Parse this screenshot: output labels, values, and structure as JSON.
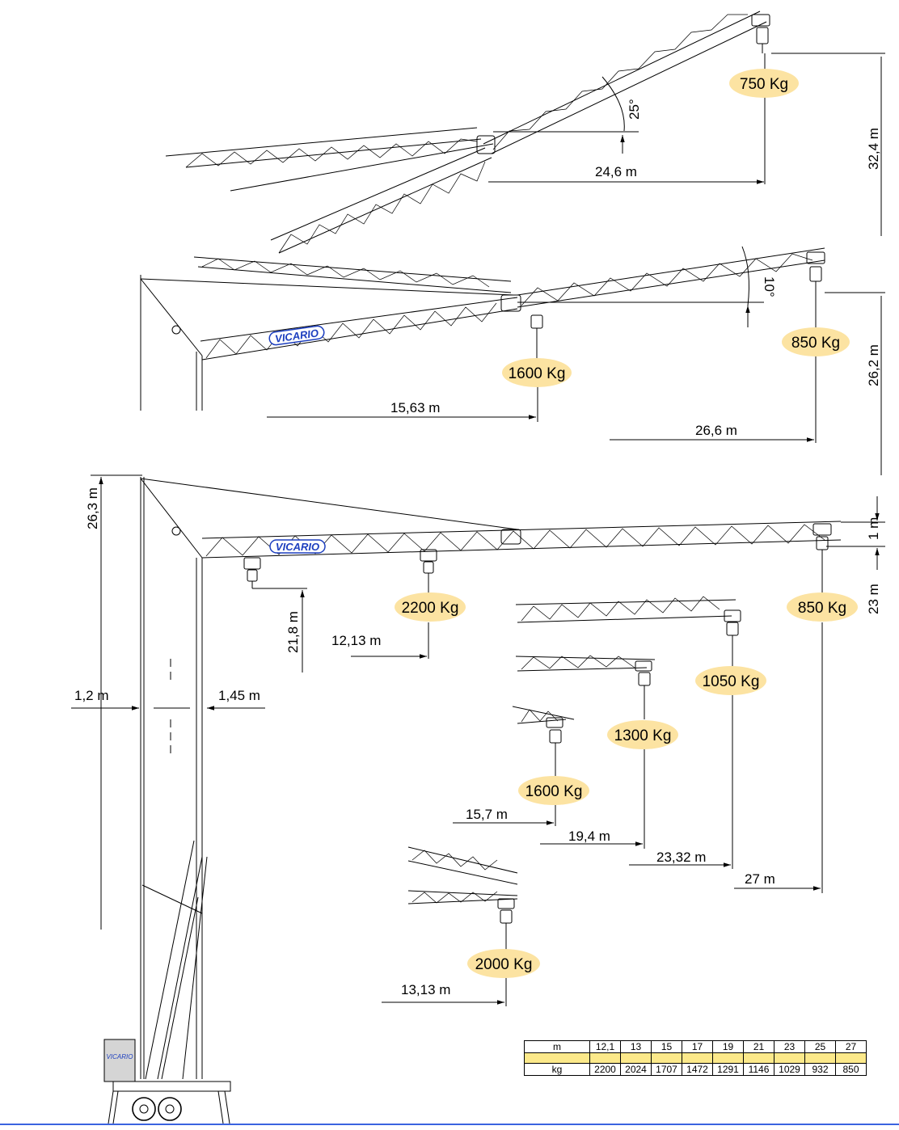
{
  "brand": {
    "name": "VICARIO"
  },
  "colors": {
    "load_badge_fill": "#fce3a2",
    "brand_blue": "#1d3fbf",
    "table_band": "#fce98a",
    "bottom_rule": "#3b63e0"
  },
  "config_25deg": {
    "angle_label": "25°",
    "height_label": "32,4 m",
    "radius_label": "24,6 m",
    "tip_load": "750 Kg"
  },
  "config_10deg": {
    "angle_label": "10°",
    "height_label": "26,2 m",
    "mid_radius_label": "15,63 m",
    "mid_load": "1600 Kg",
    "tip_radius_label": "26,6 m",
    "tip_load": "850 Kg"
  },
  "config_horizontal": {
    "mast_height_label": "26,3 m",
    "jib_depth_label": "1 m",
    "hook_height_label": "23 m",
    "min_hook_height_label": "21,8 m",
    "min_radius_label": "12,13 m",
    "min_radius_load": "2200 Kg",
    "tip_load": "850 Kg",
    "rear_offset_label": "1,2 m",
    "front_offset_label": "1,45 m"
  },
  "reduced_jibs": [
    {
      "radius_label": "23,32 m",
      "load": "1050 Kg"
    },
    {
      "radius_label": "19,4 m",
      "load": "1300 Kg"
    },
    {
      "radius_label": "15,7 m",
      "load": "1600 Kg"
    },
    {
      "radius_label": "13,13 m",
      "load": "2000 Kg"
    }
  ],
  "full_radius_label": "27 m",
  "load_table": {
    "row_label_m": "m",
    "row_label_kg": "kg",
    "radii": [
      "12,1",
      "13",
      "15",
      "17",
      "19",
      "21",
      "23",
      "25",
      "27"
    ],
    "loads": [
      "2200",
      "2024",
      "1707",
      "1472",
      "1291",
      "1146",
      "1029",
      "932",
      "850"
    ]
  }
}
